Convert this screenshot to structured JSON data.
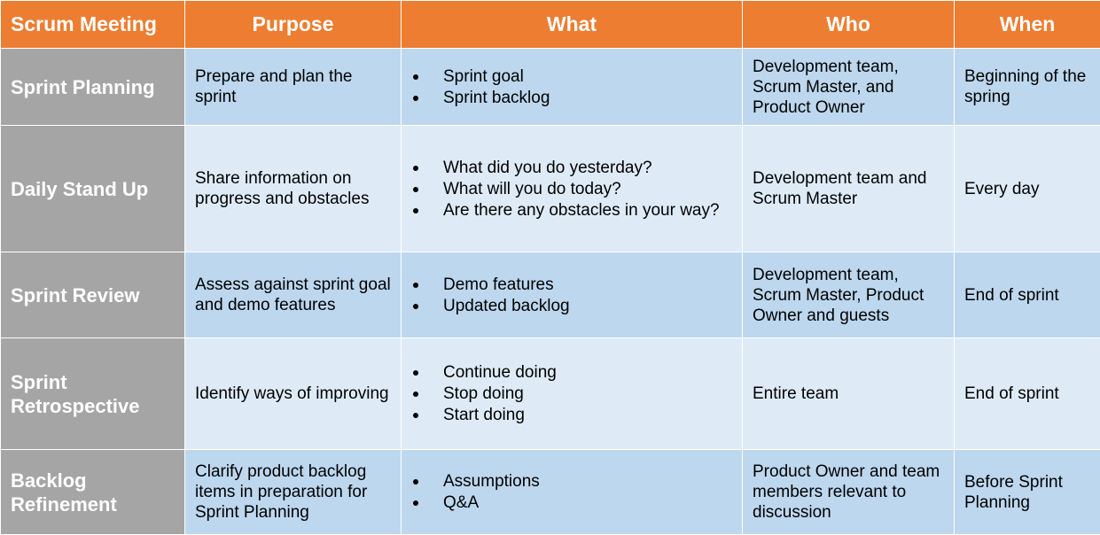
{
  "colors": {
    "header_bg": "#ED7D31",
    "meeting_col_bg": "#A5A5A5",
    "row_dark_bg": "#BDD7EE",
    "row_light_bg": "#DEEBF7"
  },
  "headers": [
    "Scrum Meeting",
    "Purpose",
    "What",
    "Who",
    "When"
  ],
  "rows": [
    {
      "meeting": "Sprint Planning",
      "purpose": "Prepare and plan the sprint",
      "what": [
        "Sprint goal",
        "Sprint backlog"
      ],
      "who": "Development team, Scrum Master, and Product Owner",
      "when": "Beginning of the spring"
    },
    {
      "meeting": "Daily Stand Up",
      "purpose": "Share information on progress and obstacles",
      "what": [
        "What did you do yesterday?",
        "What will you do today?",
        "Are there any obstacles in your way?"
      ],
      "who": "Development team and Scrum Master",
      "when": "Every day"
    },
    {
      "meeting": "Sprint Review",
      "purpose": "Assess against sprint goal and demo features",
      "what": [
        "Demo features",
        "Updated backlog"
      ],
      "who": "Development team, Scrum Master, Product Owner and guests",
      "when": "End of sprint"
    },
    {
      "meeting": "Sprint Retrospective",
      "purpose": "Identify ways of improving",
      "what": [
        "Continue doing",
        "Stop doing",
        "Start doing"
      ],
      "who": "Entire team",
      "when": "End of sprint"
    },
    {
      "meeting": "Backlog Refinement",
      "purpose": "Clarify product backlog items in preparation for Sprint Planning",
      "what": [
        "Assumptions",
        "Q&A"
      ],
      "who": "Product Owner and team members relevant to discussion",
      "when": "Before Sprint Planning"
    }
  ]
}
